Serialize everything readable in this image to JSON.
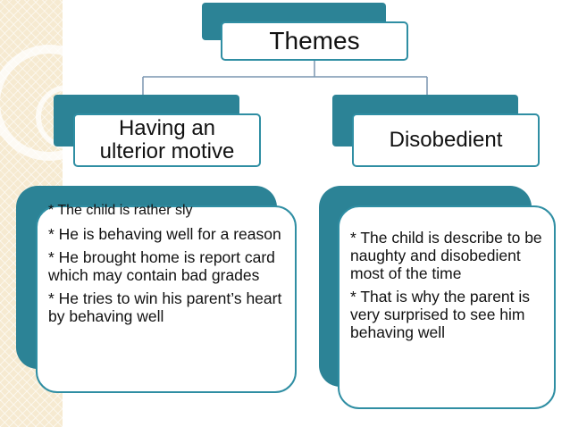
{
  "diagram": {
    "root": {
      "label": "Themes"
    },
    "left_branch": {
      "title_line1": "Having an",
      "title_line2": "ulterior motive",
      "points": [
        "*  The child is rather sly",
        "*  He is behaving well for a reason",
        "*  He brought home is report card which may contain bad grades",
        "*  He tries to win his parent’s heart by behaving well"
      ]
    },
    "right_branch": {
      "title": "Disobedient",
      "points": [
        "*  The child is describe to be naughty and disobedient most of the time",
        "*  That is why the parent is very surprised to see him behaving well"
      ]
    }
  },
  "colors": {
    "accent_teal": "#2c8396",
    "border_teal": "#2f8ea3",
    "side_stripe": "#f6ead1"
  }
}
